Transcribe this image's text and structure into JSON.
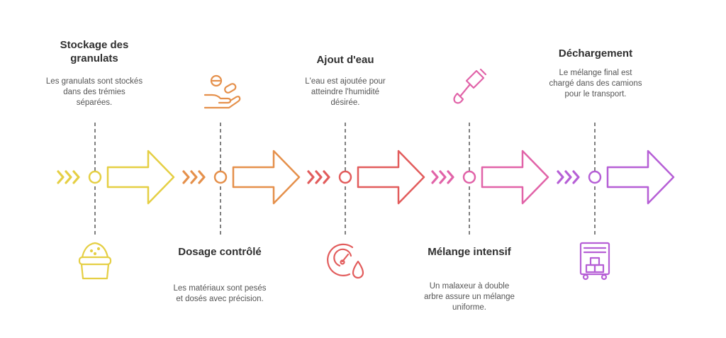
{
  "steps": [
    {
      "title": "Stockage des granulats",
      "description": "Les granulats sont stockés dans des trémies séparées.",
      "color": "#E5CF44",
      "icon": "sack-icon"
    },
    {
      "title": "Dosage contrôlé",
      "description": "Les matériaux sont pesés et dosés avec précision.",
      "color": "#E5904B",
      "icon": "pills-hand-icon"
    },
    {
      "title": "Ajout d'eau",
      "description": "L'eau est ajoutée pour atteindre l'humidité désirée.",
      "color": "#E25C5C",
      "icon": "gauge-drop-icon"
    },
    {
      "title": "Mélange intensif",
      "description": "Un malaxeur à double arbre assure un mélange uniforme.",
      "color": "#E163A8",
      "icon": "hand-blender-icon"
    },
    {
      "title": "Déchargement",
      "description": "Le mélange final est chargé dans des camions pour le transport.",
      "color": "#B65FD6",
      "icon": "cart-boxes-icon"
    }
  ]
}
